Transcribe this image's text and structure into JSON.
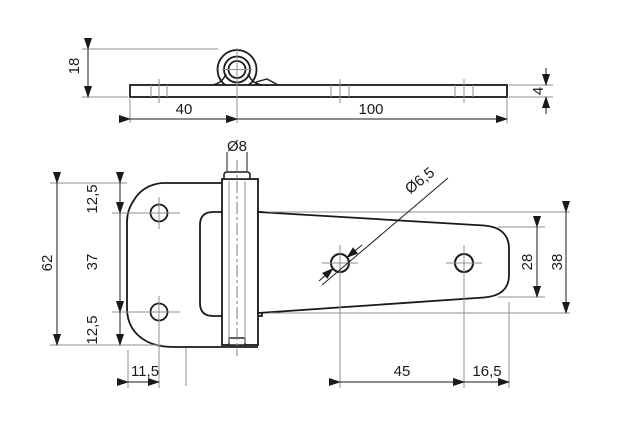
{
  "drawing": {
    "type": "engineering-drawing",
    "part": "strap hinge, two orthographic views",
    "colors": {
      "background": "#ffffff",
      "outline": "#1a1a1a",
      "dimension_line": "#2a2a2a",
      "thin_extension_line": "#8f8f8f"
    },
    "views": {
      "side_view": {
        "label": "side elevation (upper view)",
        "dimensions": {
          "knuckle_height": "18",
          "left_leaf_length": "40",
          "right_leaf_length": "100",
          "plate_thickness": "4"
        }
      },
      "plan_view": {
        "label": "plan view (lower view)",
        "dimensions": {
          "pin_diameter": "Ø8",
          "hole_diameter": "Ø6,5",
          "bracket_height": "62",
          "bracket_hole_offset_top": "12,5",
          "bracket_hole_spacing": "37",
          "bracket_hole_offset_bottom": "12,5",
          "bracket_hole_offset_left": "11,5",
          "strap_hole_spacing": "45",
          "strap_hole_to_end": "16,5",
          "strap_end_width": "28",
          "strap_root_width": "38"
        }
      }
    }
  }
}
